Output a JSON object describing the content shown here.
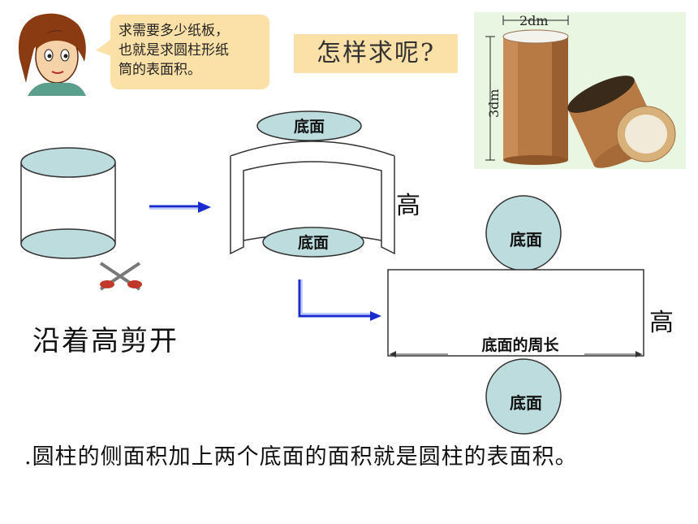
{
  "speech_bubble": {
    "line1": "求需要多少纸板，",
    "line2": "也就是求圆柱形纸",
    "line3": "筒的表面积。"
  },
  "question": "怎样求呢?",
  "photo": {
    "diameter_label": "2dm",
    "height_label": "3dm"
  },
  "labels": {
    "base_face": "底面",
    "height": "高",
    "circumference": "底面的周长"
  },
  "cut_caption": "沿着高剪开",
  "conclusion": ".圆柱的侧面积加上两个底面的面积就是圆柱的表面积。",
  "colors": {
    "base_fill": "#bcdcde",
    "arrow": "#1a2ccf",
    "bubble": "#fbe0a8"
  }
}
